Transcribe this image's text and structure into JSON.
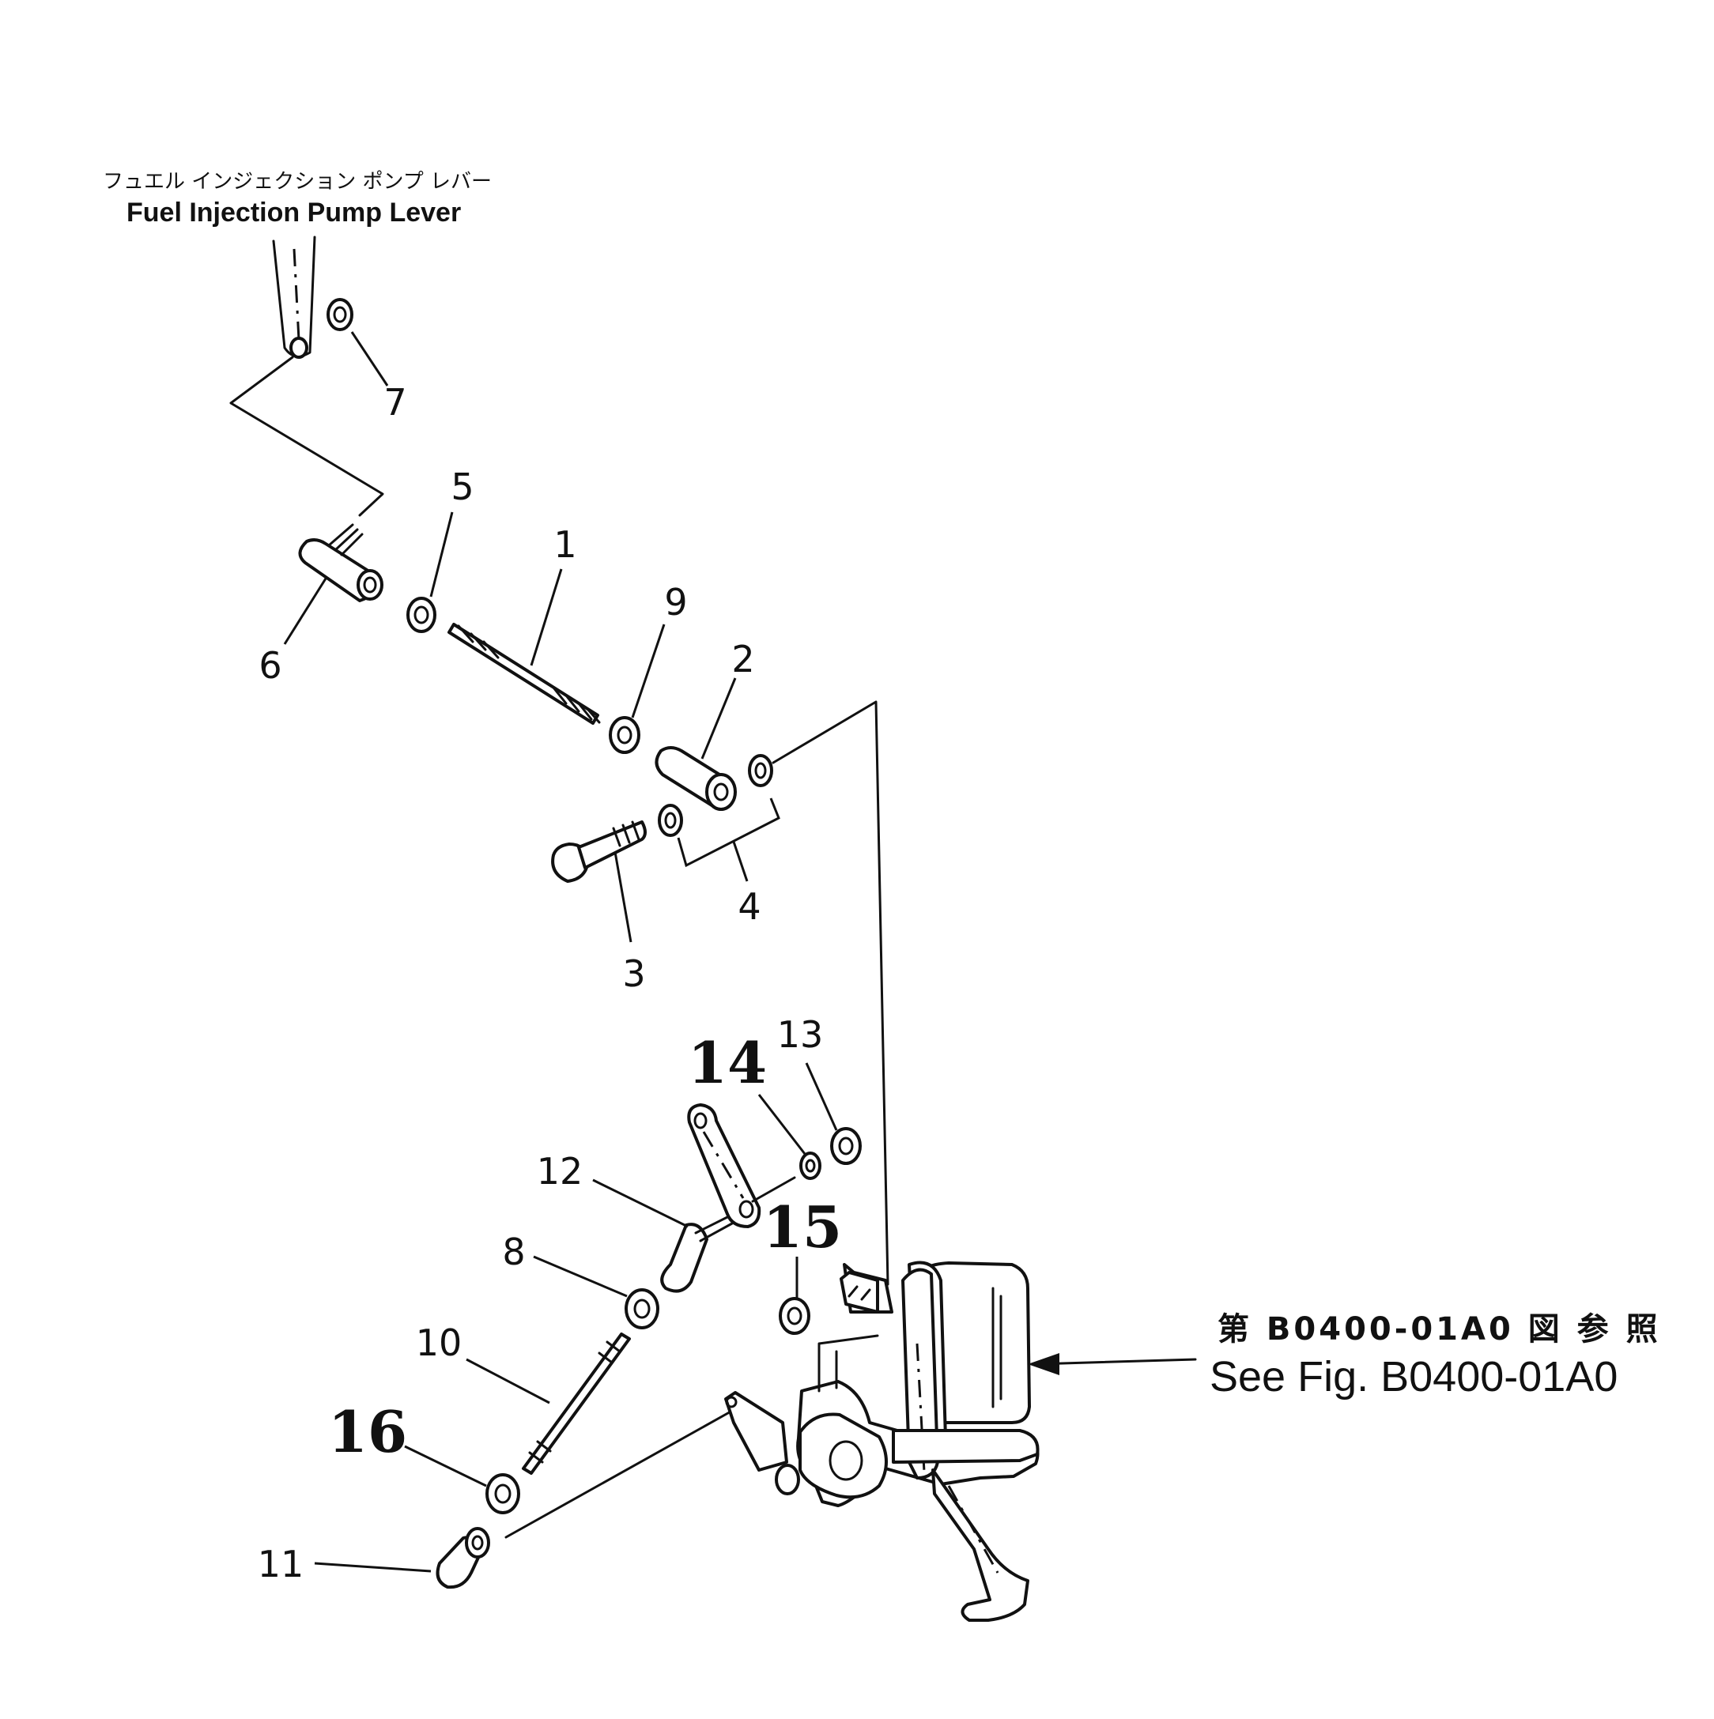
{
  "labels": {
    "lever_jp": "フュエル インジェクション ポンプ レバー",
    "lever_en": "Fuel Injection Pump Lever",
    "ref_jp": "第 B0400-01A0 図 参 照",
    "ref_en": "See Fig. B0400-01A0"
  },
  "callouts": {
    "c1": "1",
    "c2": "2",
    "c3": "3",
    "c4": "4",
    "c5": "5",
    "c6": "6",
    "c7": "7",
    "c8": "8",
    "c9": "9",
    "c10": "10",
    "c11": "11",
    "c12": "12",
    "c13": "13",
    "c14": "14",
    "c15": "15",
    "c16": "16"
  }
}
